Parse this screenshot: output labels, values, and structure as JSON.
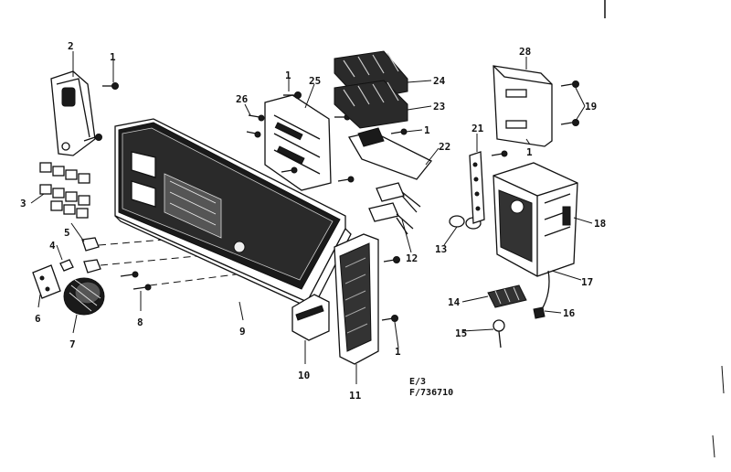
{
  "diagram": {
    "part_numbers": [
      "1",
      "2",
      "3",
      "4",
      "5",
      "6",
      "7",
      "8",
      "9",
      "10",
      "11",
      "12",
      "13",
      "14",
      "15",
      "16",
      "17",
      "18",
      "19",
      "21",
      "22",
      "23",
      "24",
      "25",
      "26",
      "28"
    ],
    "callouts": {
      "p1a": "1",
      "p2": "2",
      "p3": "3",
      "p4": "4",
      "p5": "5",
      "p6": "6",
      "p7": "7",
      "p8": "8",
      "p9": "9",
      "p10": "10",
      "p11": "11",
      "p1b": "1",
      "p26": "26",
      "p25": "25",
      "p24": "24",
      "p23": "23",
      "p1c": "1",
      "p22": "22",
      "p12": "12",
      "p13": "13",
      "p21": "21",
      "p28": "28",
      "p19": "19",
      "p1d": "1",
      "p18": "18",
      "p17": "17",
      "p14": "14",
      "p16": "16",
      "p15": "15",
      "p1e": "1"
    },
    "drawing_code": {
      "line1": "E/3",
      "line2": "F/736710"
    }
  }
}
